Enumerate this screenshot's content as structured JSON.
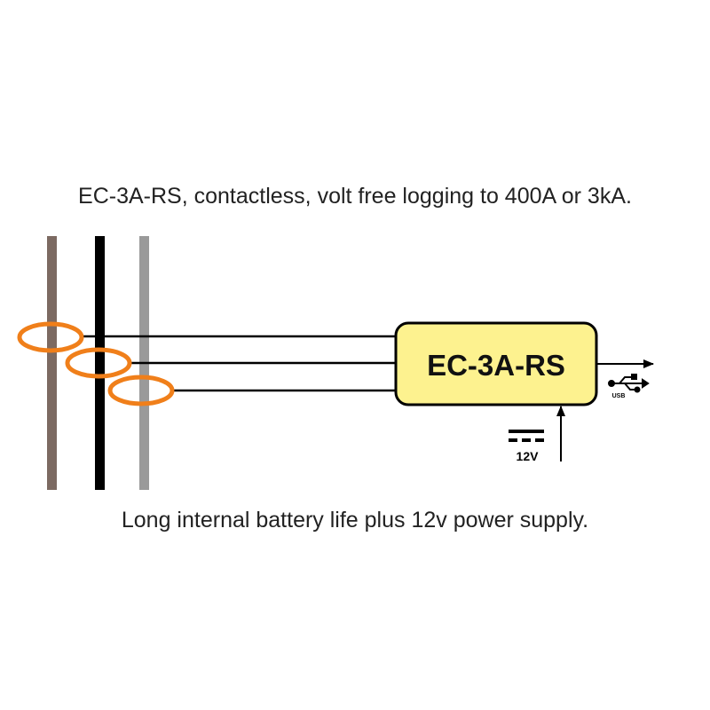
{
  "caption_top": "EC-3A-RS, contactless, volt free logging to 400A or 3kA.",
  "caption_bottom": "Long internal battery life plus 12v power supply.",
  "device": {
    "label": "EC-3A-RS",
    "fill_color": "#fdf28f",
    "border_color": "#000000"
  },
  "conductors": [
    {
      "name": "conductor-brown",
      "color": "#7c6a62"
    },
    {
      "name": "conductor-black",
      "color": "#000000"
    },
    {
      "name": "conductor-grey",
      "color": "#9a9a9a"
    }
  ],
  "clamp_color": "#f07f1a",
  "usb": {
    "label": "USB",
    "icon": "usb-icon"
  },
  "power": {
    "label": "12V",
    "icon": "dc-power-icon"
  }
}
